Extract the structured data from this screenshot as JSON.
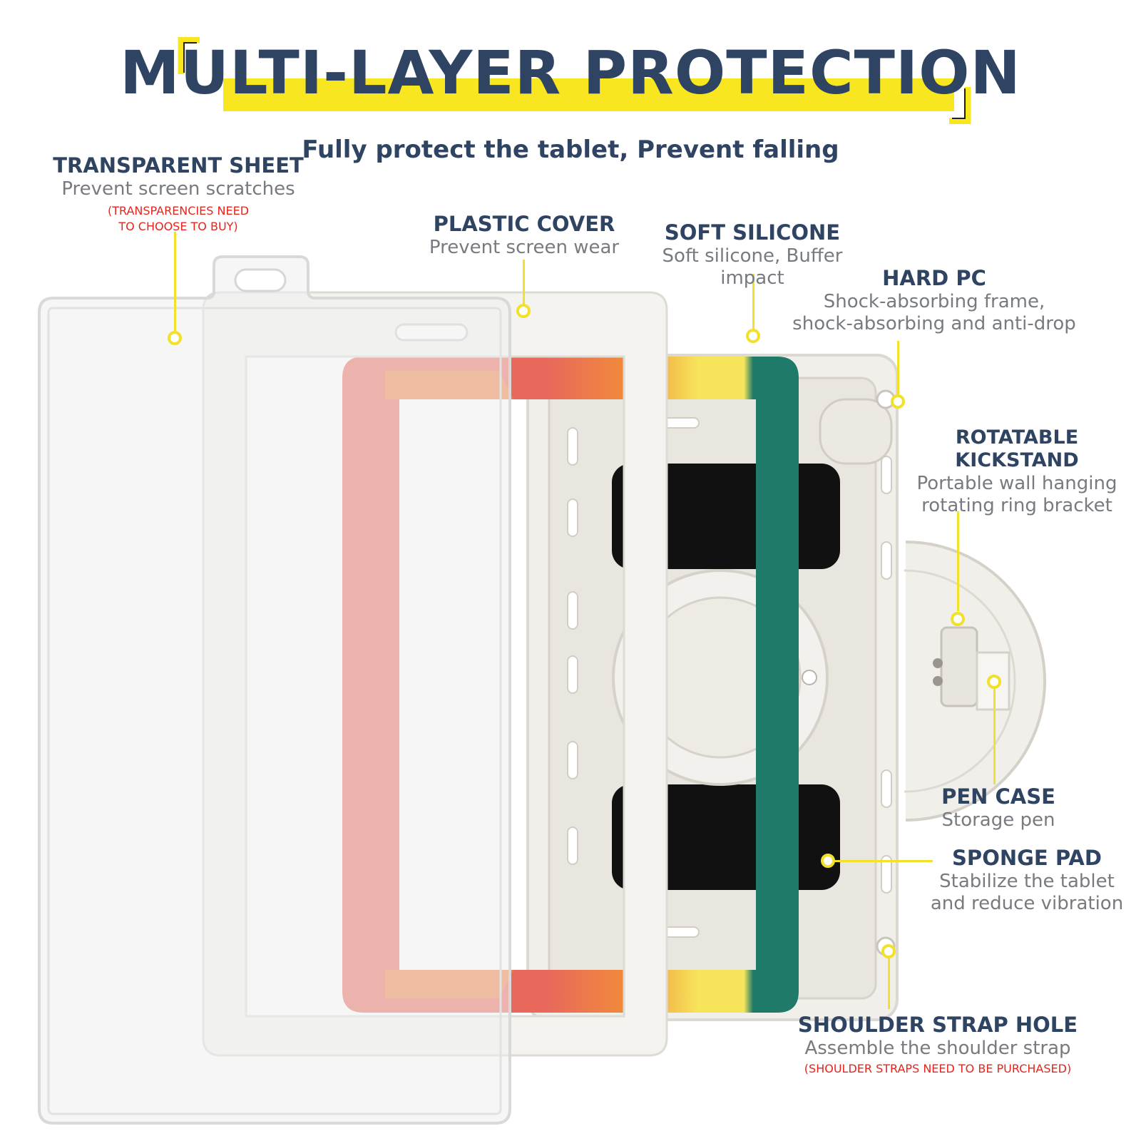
{
  "header": {
    "title": "MULTI-LAYER PROTECTION",
    "subtitle": "Fully protect the tablet, Prevent falling"
  },
  "labels": {
    "transparent_sheet": {
      "heading": "TRANSPARENT SHEET",
      "desc": "Prevent screen scratches",
      "note_1": "(TRANSPARENCIES NEED",
      "note_2": "TO CHOOSE TO BUY)"
    },
    "plastic_cover": {
      "heading": "PLASTIC COVER",
      "desc": "Prevent screen wear"
    },
    "soft_silicone": {
      "heading": "SOFT SILICONE",
      "desc": "Soft silicone, Buffer impact"
    },
    "hard_pc": {
      "heading": "HARD PC",
      "desc_1": "Shock-absorbing frame,",
      "desc_2": "shock-absorbing and anti-drop"
    },
    "rotatable_kickstand": {
      "heading": "ROTATABLE KICKSTAND",
      "desc_1": "Portable wall hanging",
      "desc_2": "rotating ring bracket"
    },
    "pen_case": {
      "heading": "PEN CASE",
      "desc": "Storage pen"
    },
    "sponge_pad": {
      "heading": "SPONGE PAD",
      "desc_1": "Stabilize the tablet",
      "desc_2": "and reduce vibration"
    },
    "shoulder_strap_hole": {
      "heading": "SHOULDER STRAP HOLE",
      "desc": "Assemble the shoulder strap",
      "note": "(SHOULDER STRAPS NEED TO BE PURCHASED)"
    }
  },
  "colors": {
    "heading": "#2f4463",
    "description": "#777b80",
    "note": "#e8231b",
    "accent_yellow": "#f7e620",
    "silicone_red": "#e8695c",
    "silicone_orange": "#f08a3a",
    "silicone_yellow": "#f6e45a",
    "silicone_green": "#1f7a6a",
    "shell": "#f1efea",
    "sponge": "#111111"
  }
}
